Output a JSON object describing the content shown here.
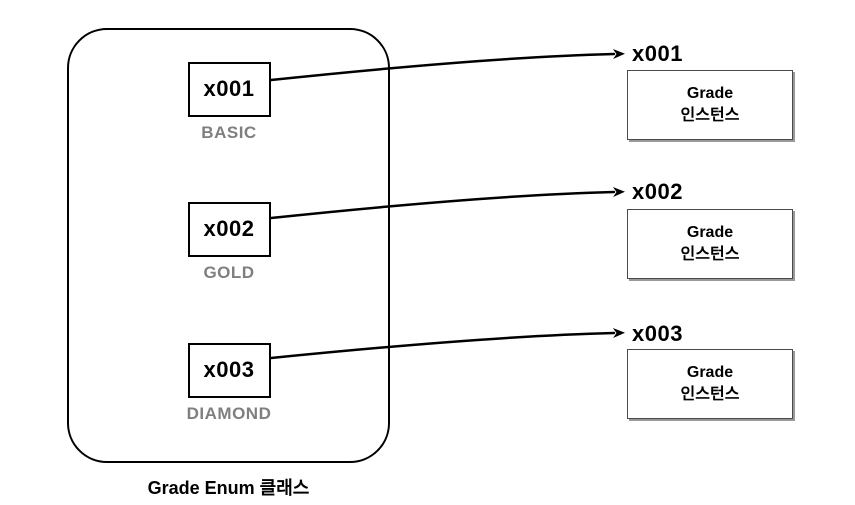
{
  "enum_class": {
    "caption": "Grade Enum 클래스",
    "members": [
      {
        "address": "x001",
        "name": "BASIC"
      },
      {
        "address": "x002",
        "name": "GOLD"
      },
      {
        "address": "x003",
        "name": "DIAMOND"
      }
    ]
  },
  "instances": [
    {
      "address": "x001",
      "type": "Grade",
      "kind": "인스턴스"
    },
    {
      "address": "x002",
      "type": "Grade",
      "kind": "인스턴스"
    },
    {
      "address": "x003",
      "type": "Grade",
      "kind": "인스턴스"
    }
  ],
  "colors": {
    "line": "#000000",
    "member_name": "#7f7f7f",
    "instance_border": "#4a4a4a",
    "instance_shadow": "#999999",
    "background": "#ffffff"
  }
}
